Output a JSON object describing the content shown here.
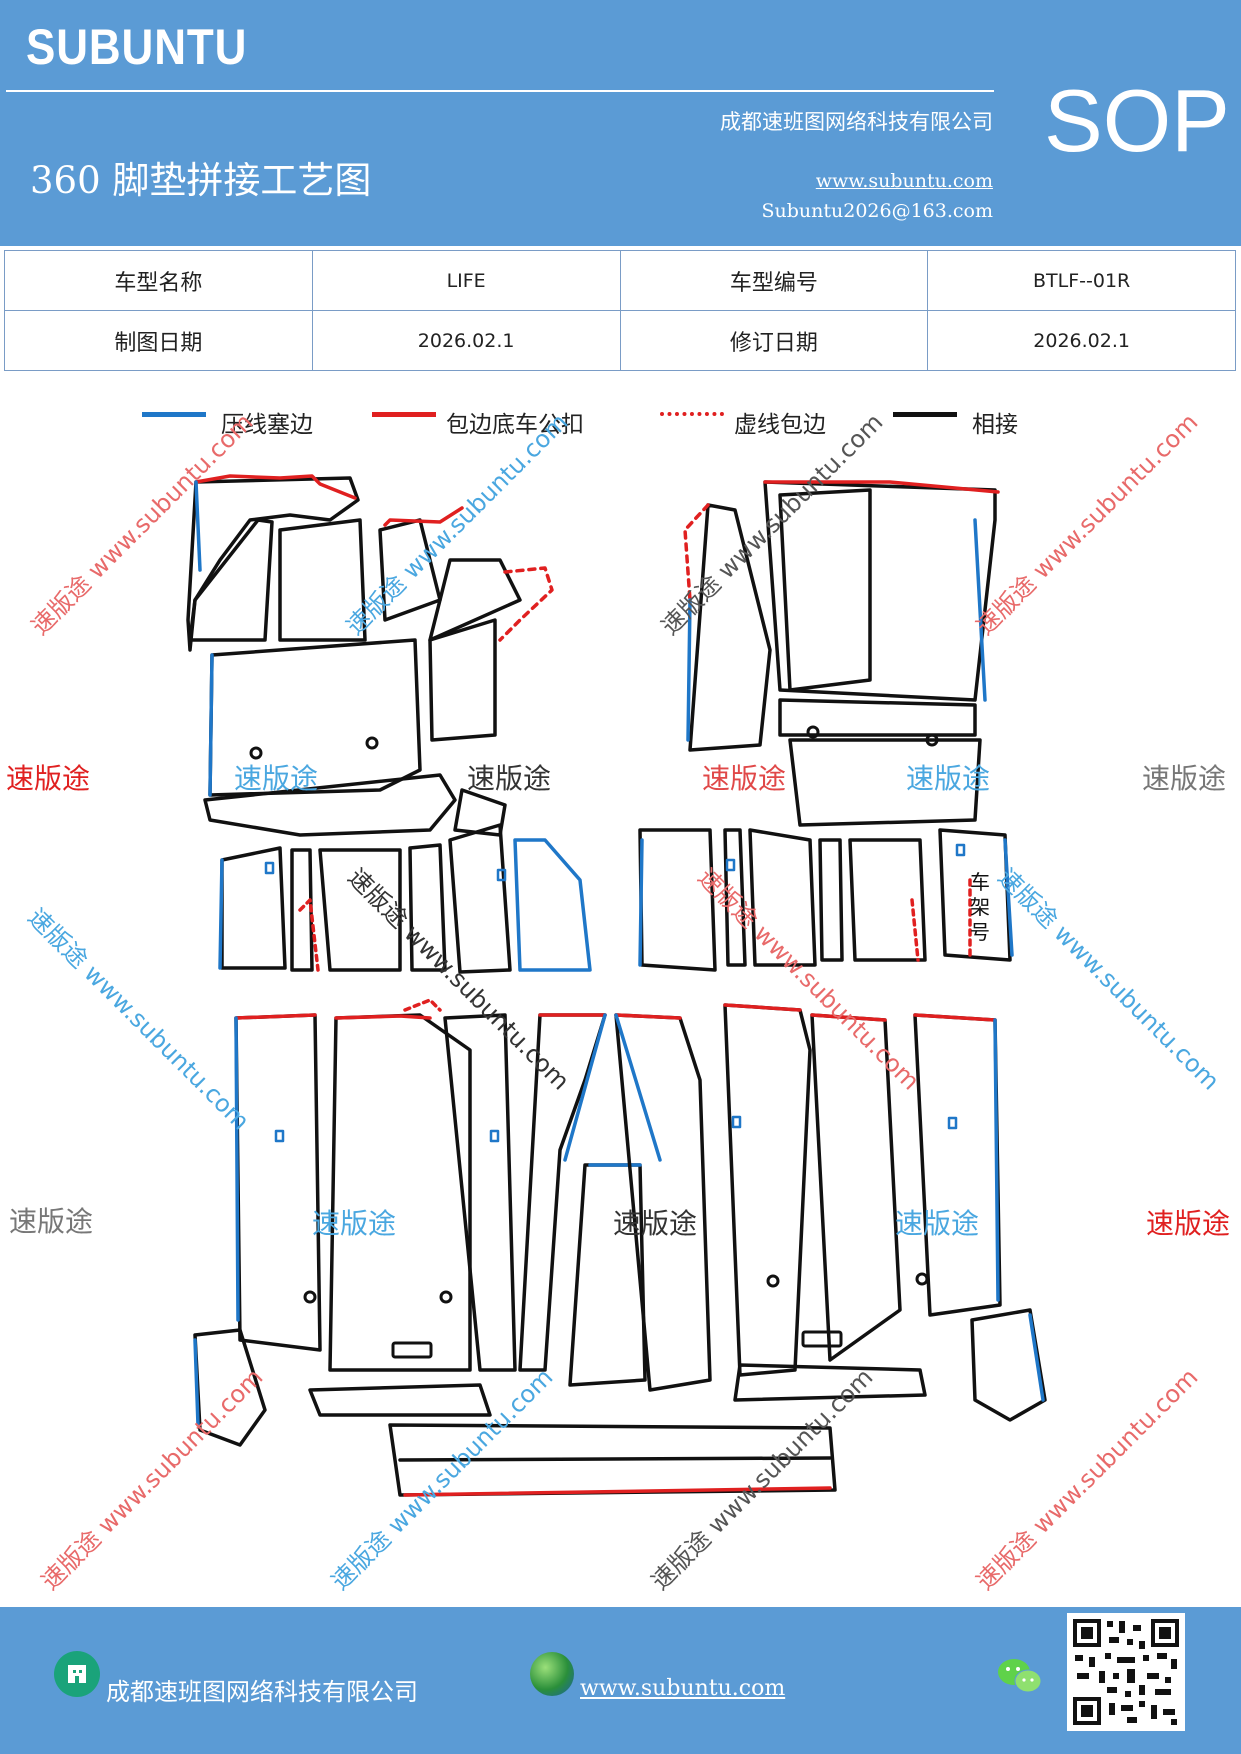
{
  "header": {
    "brand": "SUBUNTU",
    "company": "成都速班图网络科技有限公司",
    "doc_title": "360 脚垫拼接工艺图",
    "website": "www.subuntu.com",
    "email": "Subuntu2026@163.com",
    "badge": "SOP"
  },
  "info_table": {
    "model_name_label": "车型名称",
    "model_name": "LIFE",
    "model_code_label": "车型编号",
    "model_code": "BTLF--01R",
    "draw_date_label": "制图日期",
    "draw_date": "2026.02.1",
    "revise_date_label": "修订日期",
    "revise_date": "2026.02.1"
  },
  "legend": [
    {
      "label": "压线塞边",
      "color": "#1f77c8",
      "style": "solid"
    },
    {
      "label": "包边底车公扣",
      "color": "#e02020",
      "style": "solid"
    },
    {
      "label": "虚线包边",
      "color": "#e02020",
      "style": "dashed"
    },
    {
      "label": "相接",
      "color": "#111111",
      "style": "solid"
    }
  ],
  "diagram": {
    "frame_label": "车架号",
    "watermark_cn": "速版途",
    "watermark_url": "速版途 www.subuntu.com",
    "watermark_url_short": "www.subuntu.com"
  },
  "footer": {
    "company": "成都速班图网络科技有限公司",
    "website": "www.subuntu.com",
    "icons": [
      "building-icon",
      "globe-icon",
      "wechat-icon",
      "qr-code"
    ]
  },
  "colors": {
    "brand_blue": "#5b9bd5",
    "line_blue": "#1f77c8",
    "line_red": "#e02020",
    "line_black": "#111111"
  }
}
